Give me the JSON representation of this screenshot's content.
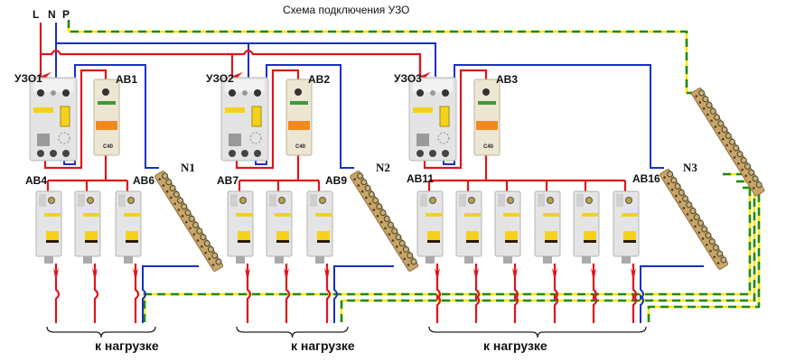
{
  "title": "Схема подключения УЗО",
  "terminals": {
    "L": "L",
    "N": "N",
    "P": "P"
  },
  "rcds": [
    {
      "label": "УЗО1"
    },
    {
      "label": "УЗО2"
    },
    {
      "label": "УЗО3"
    }
  ],
  "main_breakers": [
    {
      "label": "АВ1",
      "rating": "C40"
    },
    {
      "label": "АВ2",
      "rating": "C40"
    },
    {
      "label": "АВ3",
      "rating": "C40"
    }
  ],
  "group_breaker_labels": {
    "group1_first": "АВ4",
    "group1_last": "АВ6",
    "group2_first": "АВ7",
    "group2_last": "АВ9",
    "group3_first": "АВ11",
    "group3_last": "АВ16"
  },
  "neutral_buses": [
    {
      "label": "N1"
    },
    {
      "label": "N2"
    },
    {
      "label": "N3"
    }
  ],
  "load_label": "к нагрузке",
  "colors": {
    "phase": "#e0141c",
    "neutral": "#1630c8",
    "pe_yellow": "#ffe600",
    "pe_green": "#1d8a1d",
    "bus_brass": "#c9a56a",
    "device_body": "#e4e4e4",
    "schneider_body": "#ece6d2",
    "toggle_yellow": "#f4d21c",
    "toggle_orange": "#f08a1c"
  }
}
